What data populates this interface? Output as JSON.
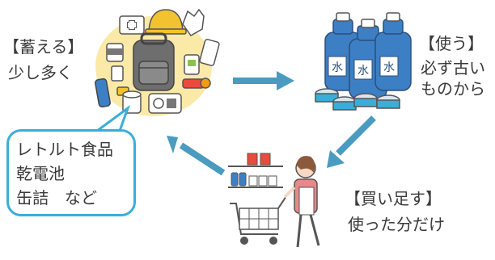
{
  "stages": {
    "store": {
      "label": "【蓄える】",
      "desc": "少し多く"
    },
    "use": {
      "label": "【使う】",
      "desc_1": "必ず古い",
      "desc_2": "ものから"
    },
    "buy": {
      "label": "【買い足す】",
      "desc": "使った分だけ"
    }
  },
  "callout": {
    "line_1": "レトルト食品",
    "line_2": "乾電池",
    "line_3": "缶詰　など"
  },
  "illustration_text": {
    "water_bottle_label": "水"
  },
  "colors": {
    "arrow": "#4a9bbf",
    "callout_border": "#3aaed8",
    "stock_highlight": "#fbe9a8",
    "bottle_blue": "#3d7fc4",
    "apron_pink": "#e8888a"
  }
}
